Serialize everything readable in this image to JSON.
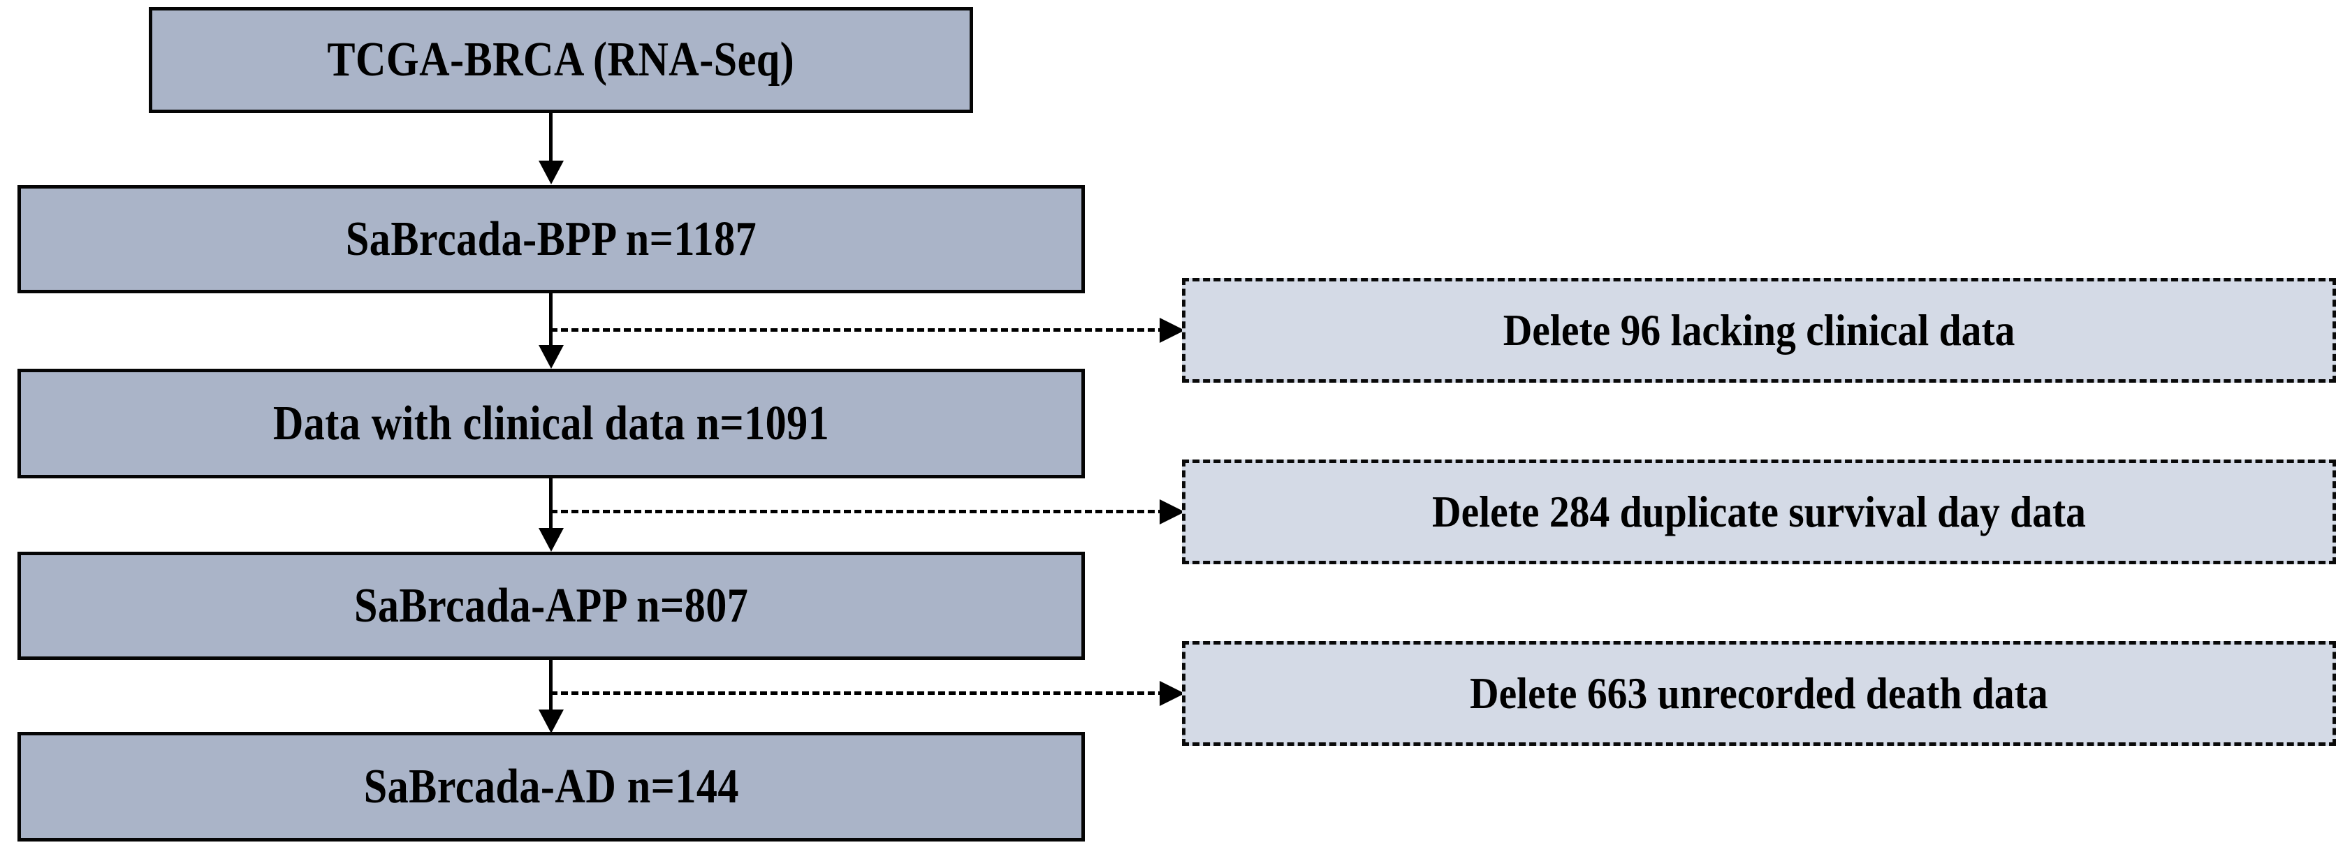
{
  "figure": {
    "type": "flowchart",
    "orientation": "top-to-bottom",
    "background_color": "#ffffff",
    "node_fill_color": "#aab4c8",
    "exclusion_fill_color": "#d4dae6",
    "border_color": "#000000",
    "text_color": "#000000"
  },
  "nodes": [
    {
      "id": "source",
      "label": "TCGA-BRCA (RNA-Seq)"
    },
    {
      "id": "sabrcada-bpp",
      "label": "SaBrcada-BPP n=1187"
    },
    {
      "id": "with-clinical",
      "label": "Data with clinical data n=1091"
    },
    {
      "id": "sabrcada-app",
      "label": "SaBrcada-APP n=807"
    },
    {
      "id": "sabrcada-ad",
      "label": "SaBrcada-AD n=144"
    }
  ],
  "exclusions": [
    {
      "id": "excl-1",
      "label": "Delete 96 lacking clinical data"
    },
    {
      "id": "excl-2",
      "label": "Delete 284 duplicate survival day data"
    },
    {
      "id": "excl-3",
      "label": "Delete 663 unrecorded death data"
    }
  ],
  "counts": {
    "source_total": 1187,
    "with_clinical": 1091,
    "after_duplicates": 807,
    "final": 144,
    "removed_missing_clinical": 96,
    "removed_duplicate_survival": 284,
    "removed_unrecorded_death": 663
  }
}
